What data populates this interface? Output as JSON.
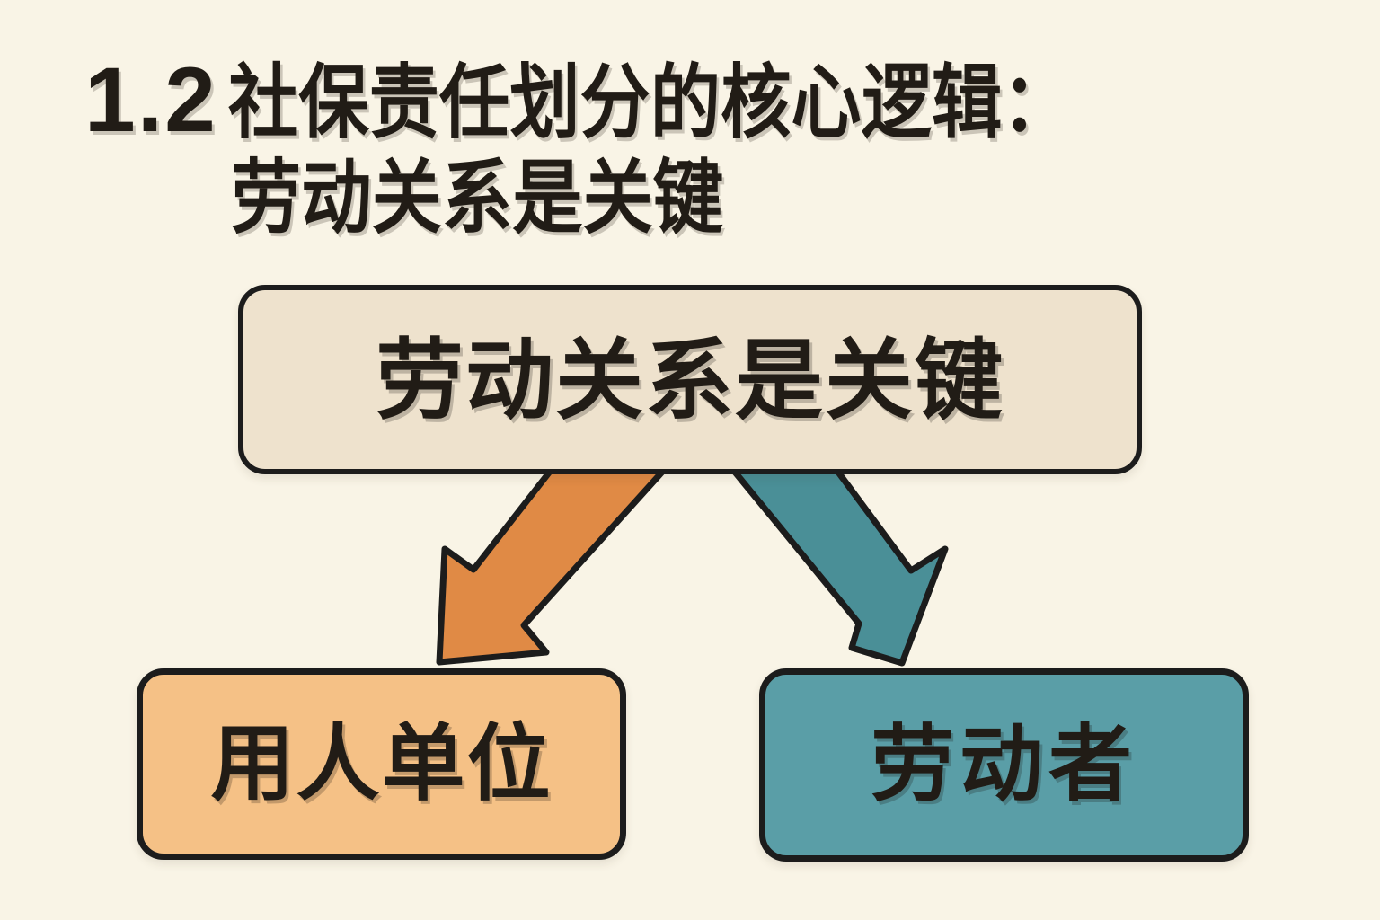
{
  "title": {
    "number": "1.2",
    "line1": "社保责任划分的核心逻辑：",
    "line2": "劳动关系是关键"
  },
  "diagram": {
    "root_box": {
      "label": "劳动关系是关键"
    },
    "left_box": {
      "label": "用人单位"
    },
    "right_box": {
      "label": "劳动者"
    }
  },
  "colors": {
    "background": "#f9f4e6",
    "text": "#211c16",
    "outline": "#1c1c1c",
    "root_box_fill": "#eee2cd",
    "left_box_fill": "#f5c186",
    "right_box_fill": "#5a9ea7",
    "orange_arrow": "#e08a45",
    "teal_arrow": "#4a8f97"
  }
}
